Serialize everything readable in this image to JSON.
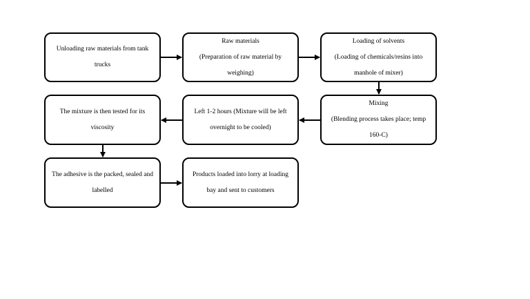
{
  "nodes": {
    "unload": "Unloading raw materials from tank trucks",
    "raw_title": "Raw materials",
    "raw_detail": "(Preparation of raw material by weighing)",
    "solvent_title": "Loading of solvents",
    "solvent_detail": "(Loading of chemicals/resins into manhole of mixer)",
    "mixing_title": "Mixing",
    "mixing_detail": "(Blending process takes place; temp 160-C)",
    "left": "Left 1-2 hours (Mixture will be left overnight to be cooled)",
    "viscosity": "The mixture is then tested for its viscosity",
    "adhesive": "The adhesive is the packed, sealed and labelled",
    "products": "Products loaded into lorry at loading bay and sent to customers"
  }
}
